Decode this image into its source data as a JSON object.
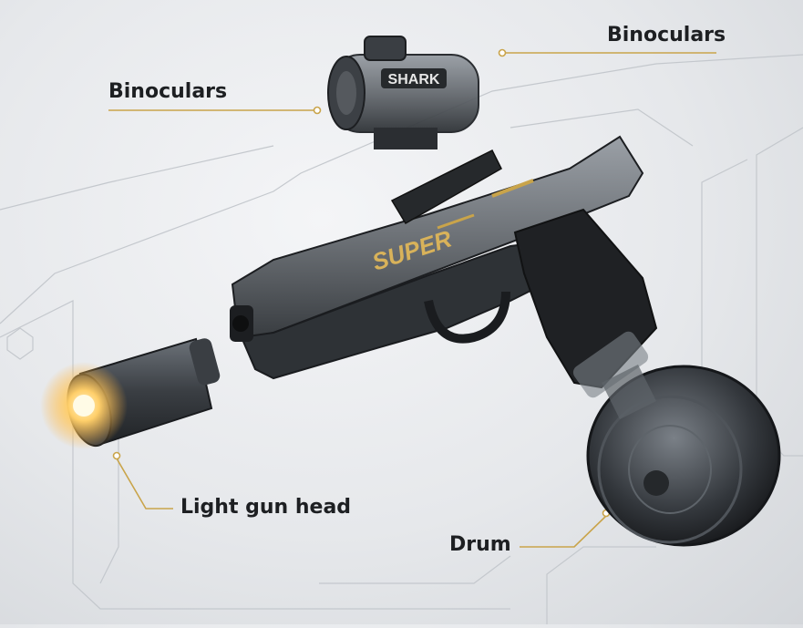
{
  "callouts": {
    "binoculars_left": "Binoculars",
    "binoculars_right": "Binoculars",
    "light_gun_head": "Light gun head",
    "drum": "Drum"
  },
  "product_marks": {
    "scope_brand": "SHARK",
    "slide_text": "SUPER"
  },
  "colors": {
    "accent_line": "#c9a44a",
    "body_dark": "#2a2d31",
    "translucent": "#5b6168",
    "glow": "#ffcf6a"
  }
}
